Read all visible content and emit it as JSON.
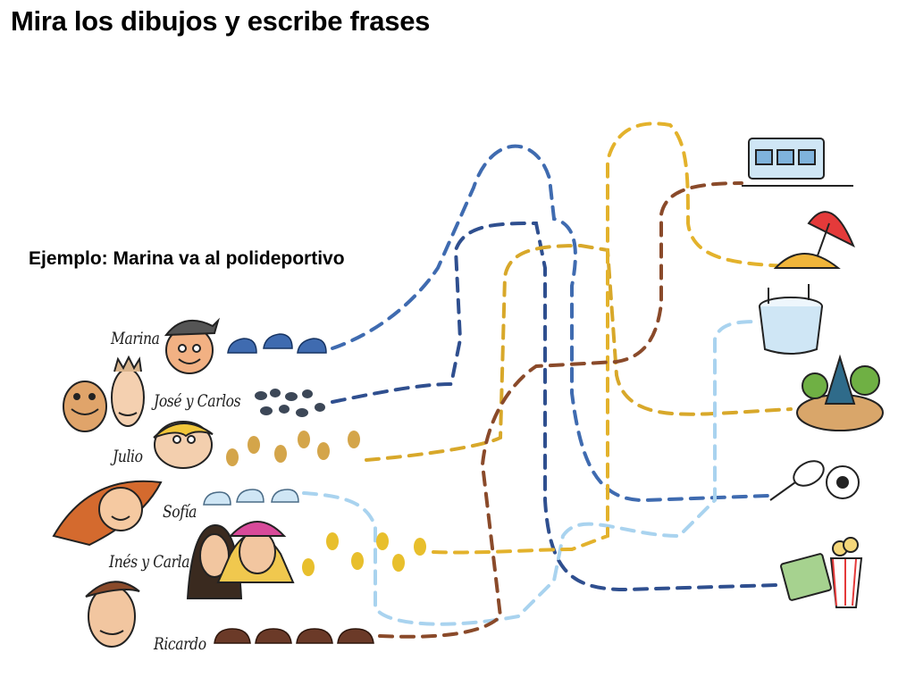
{
  "heading": "Mira los dibujos y escribe frases",
  "example": "Ejemplo: Marina va al polideportivo",
  "people": [
    "Marina",
    "José y Carlos",
    "Julio",
    "Sofía",
    "Inés y Carla",
    "Ricardo"
  ],
  "colors": {
    "blue_path": "#3f6bb0",
    "yellow_path": "#e3b22c",
    "brown_path": "#8a4a2a",
    "lightblue_path": "#a9d3ef",
    "darkblue_path": "#2f4f8f",
    "gold_path": "#d8a82a"
  },
  "destinations": [
    "train-icon",
    "beach-umbrella-icon",
    "stadium-icon",
    "park-trees-icon",
    "tennis-racket-ball-icon",
    "cinema-ticket-popcorn-icon"
  ]
}
